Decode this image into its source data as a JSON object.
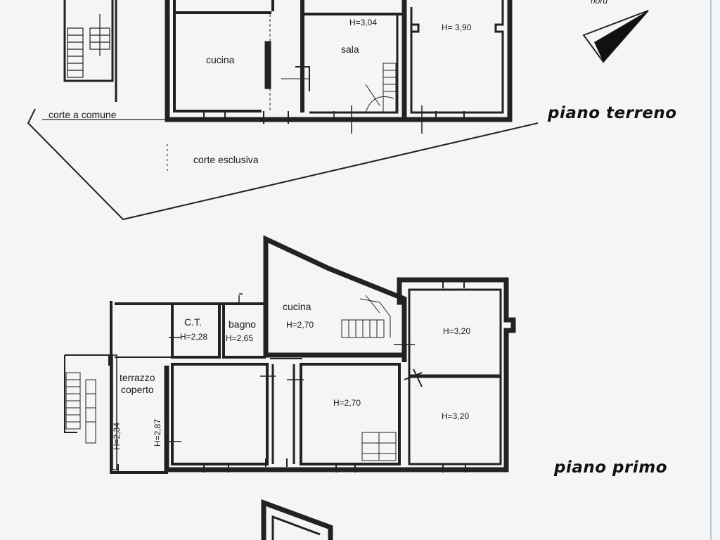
{
  "north_label": "nord",
  "floors": {
    "ground": {
      "title": "piano terreno",
      "rooms": {
        "cucina": "cucina",
        "sala": "sala",
        "sala_h": "H=3,04",
        "room3_h": "H= 3,90"
      },
      "areas": {
        "corte_comune": "corte a comune",
        "corte_esclusiva": "corte esclusiva"
      }
    },
    "first": {
      "title": "piano primo",
      "rooms": {
        "ct": "C.T.",
        "ct_h": "H=2,28",
        "bagno": "bagno",
        "bagno_h": "H=2,65",
        "cucina": "cucina",
        "cucina_h": "H=2,70",
        "room_tr_h": "H=3,20",
        "room_br_h": "H=3,20",
        "room_mid_h": "H=2,70",
        "terrazzo": "terrazzo",
        "coperto": "coperto",
        "terrazzo_h": "H=2,34",
        "room_left_h": "H=2,87"
      }
    }
  }
}
